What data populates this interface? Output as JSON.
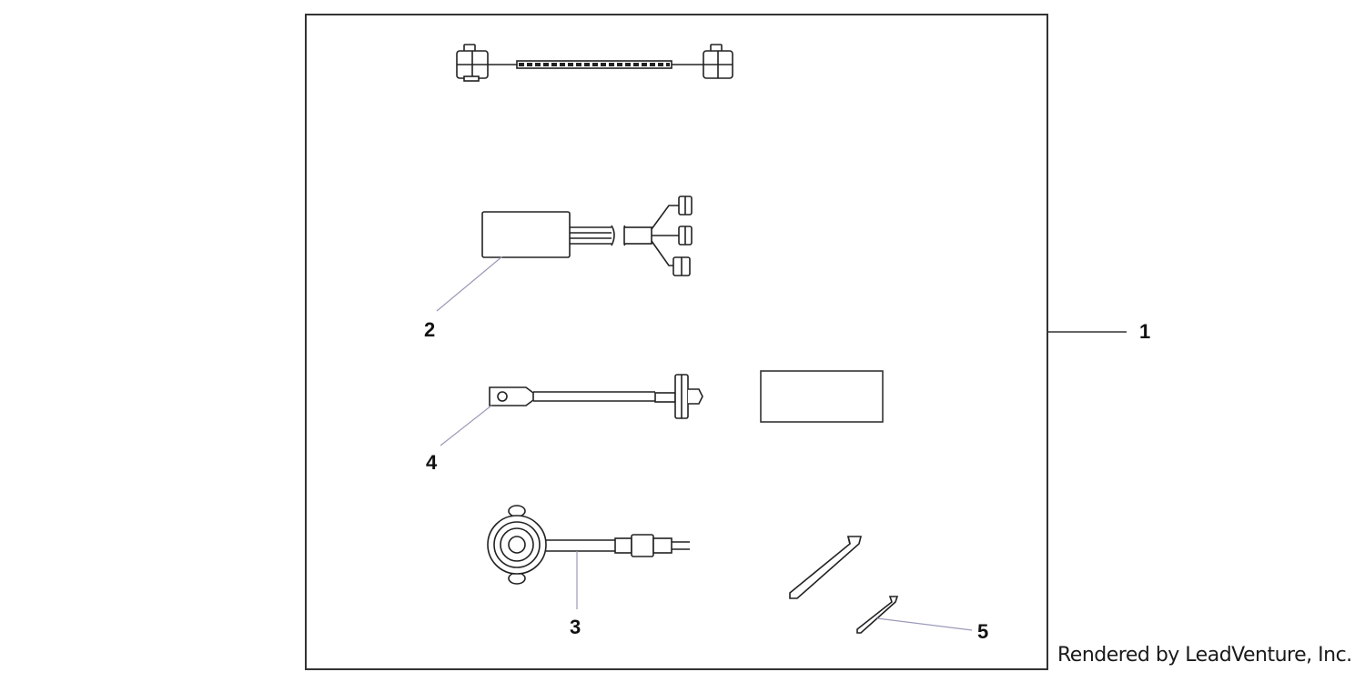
{
  "diagram": {
    "callouts": {
      "kit": "1",
      "control_unit": "2",
      "buzzer": "3",
      "sub_harness": "4",
      "clamp": "5"
    },
    "colors": {
      "line": "#222222",
      "leader": "#9a9ab8",
      "border": "#333333"
    }
  },
  "footer": {
    "credit": "Rendered by LeadVenture, Inc."
  }
}
